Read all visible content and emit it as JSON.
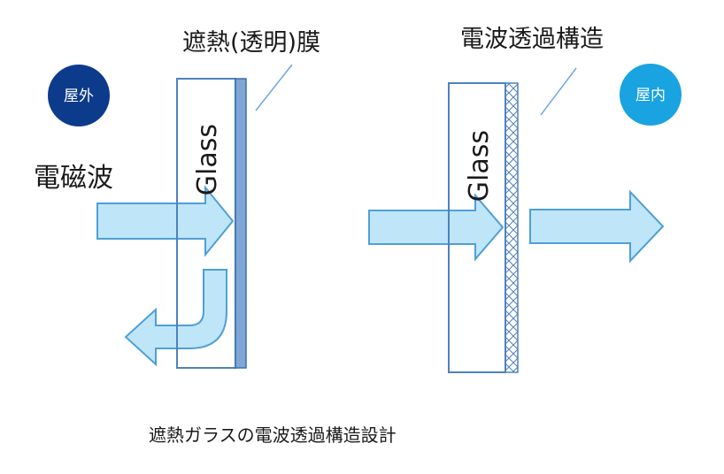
{
  "labels": {
    "left_film": "遮熱(透明)膜",
    "right_structure": "電波透過構造",
    "outdoor": "屋外",
    "indoor": "屋内",
    "wave": "電磁波",
    "glass_left": "Glass",
    "glass_right": "Glass",
    "caption": "遮熱ガラスの電波透過構造設計"
  },
  "colors": {
    "outdoor_badge": "#0d3b8c",
    "indoor_badge": "#19a3e0",
    "arrow_fill": "#b7e3f7",
    "arrow_stroke": "#4f9fd6",
    "glass_stroke": "#4f81bd",
    "film_fill": "#7fa6d6",
    "mesh_stroke": "#4f81bd",
    "pointer_line": "#6fa8dc"
  }
}
